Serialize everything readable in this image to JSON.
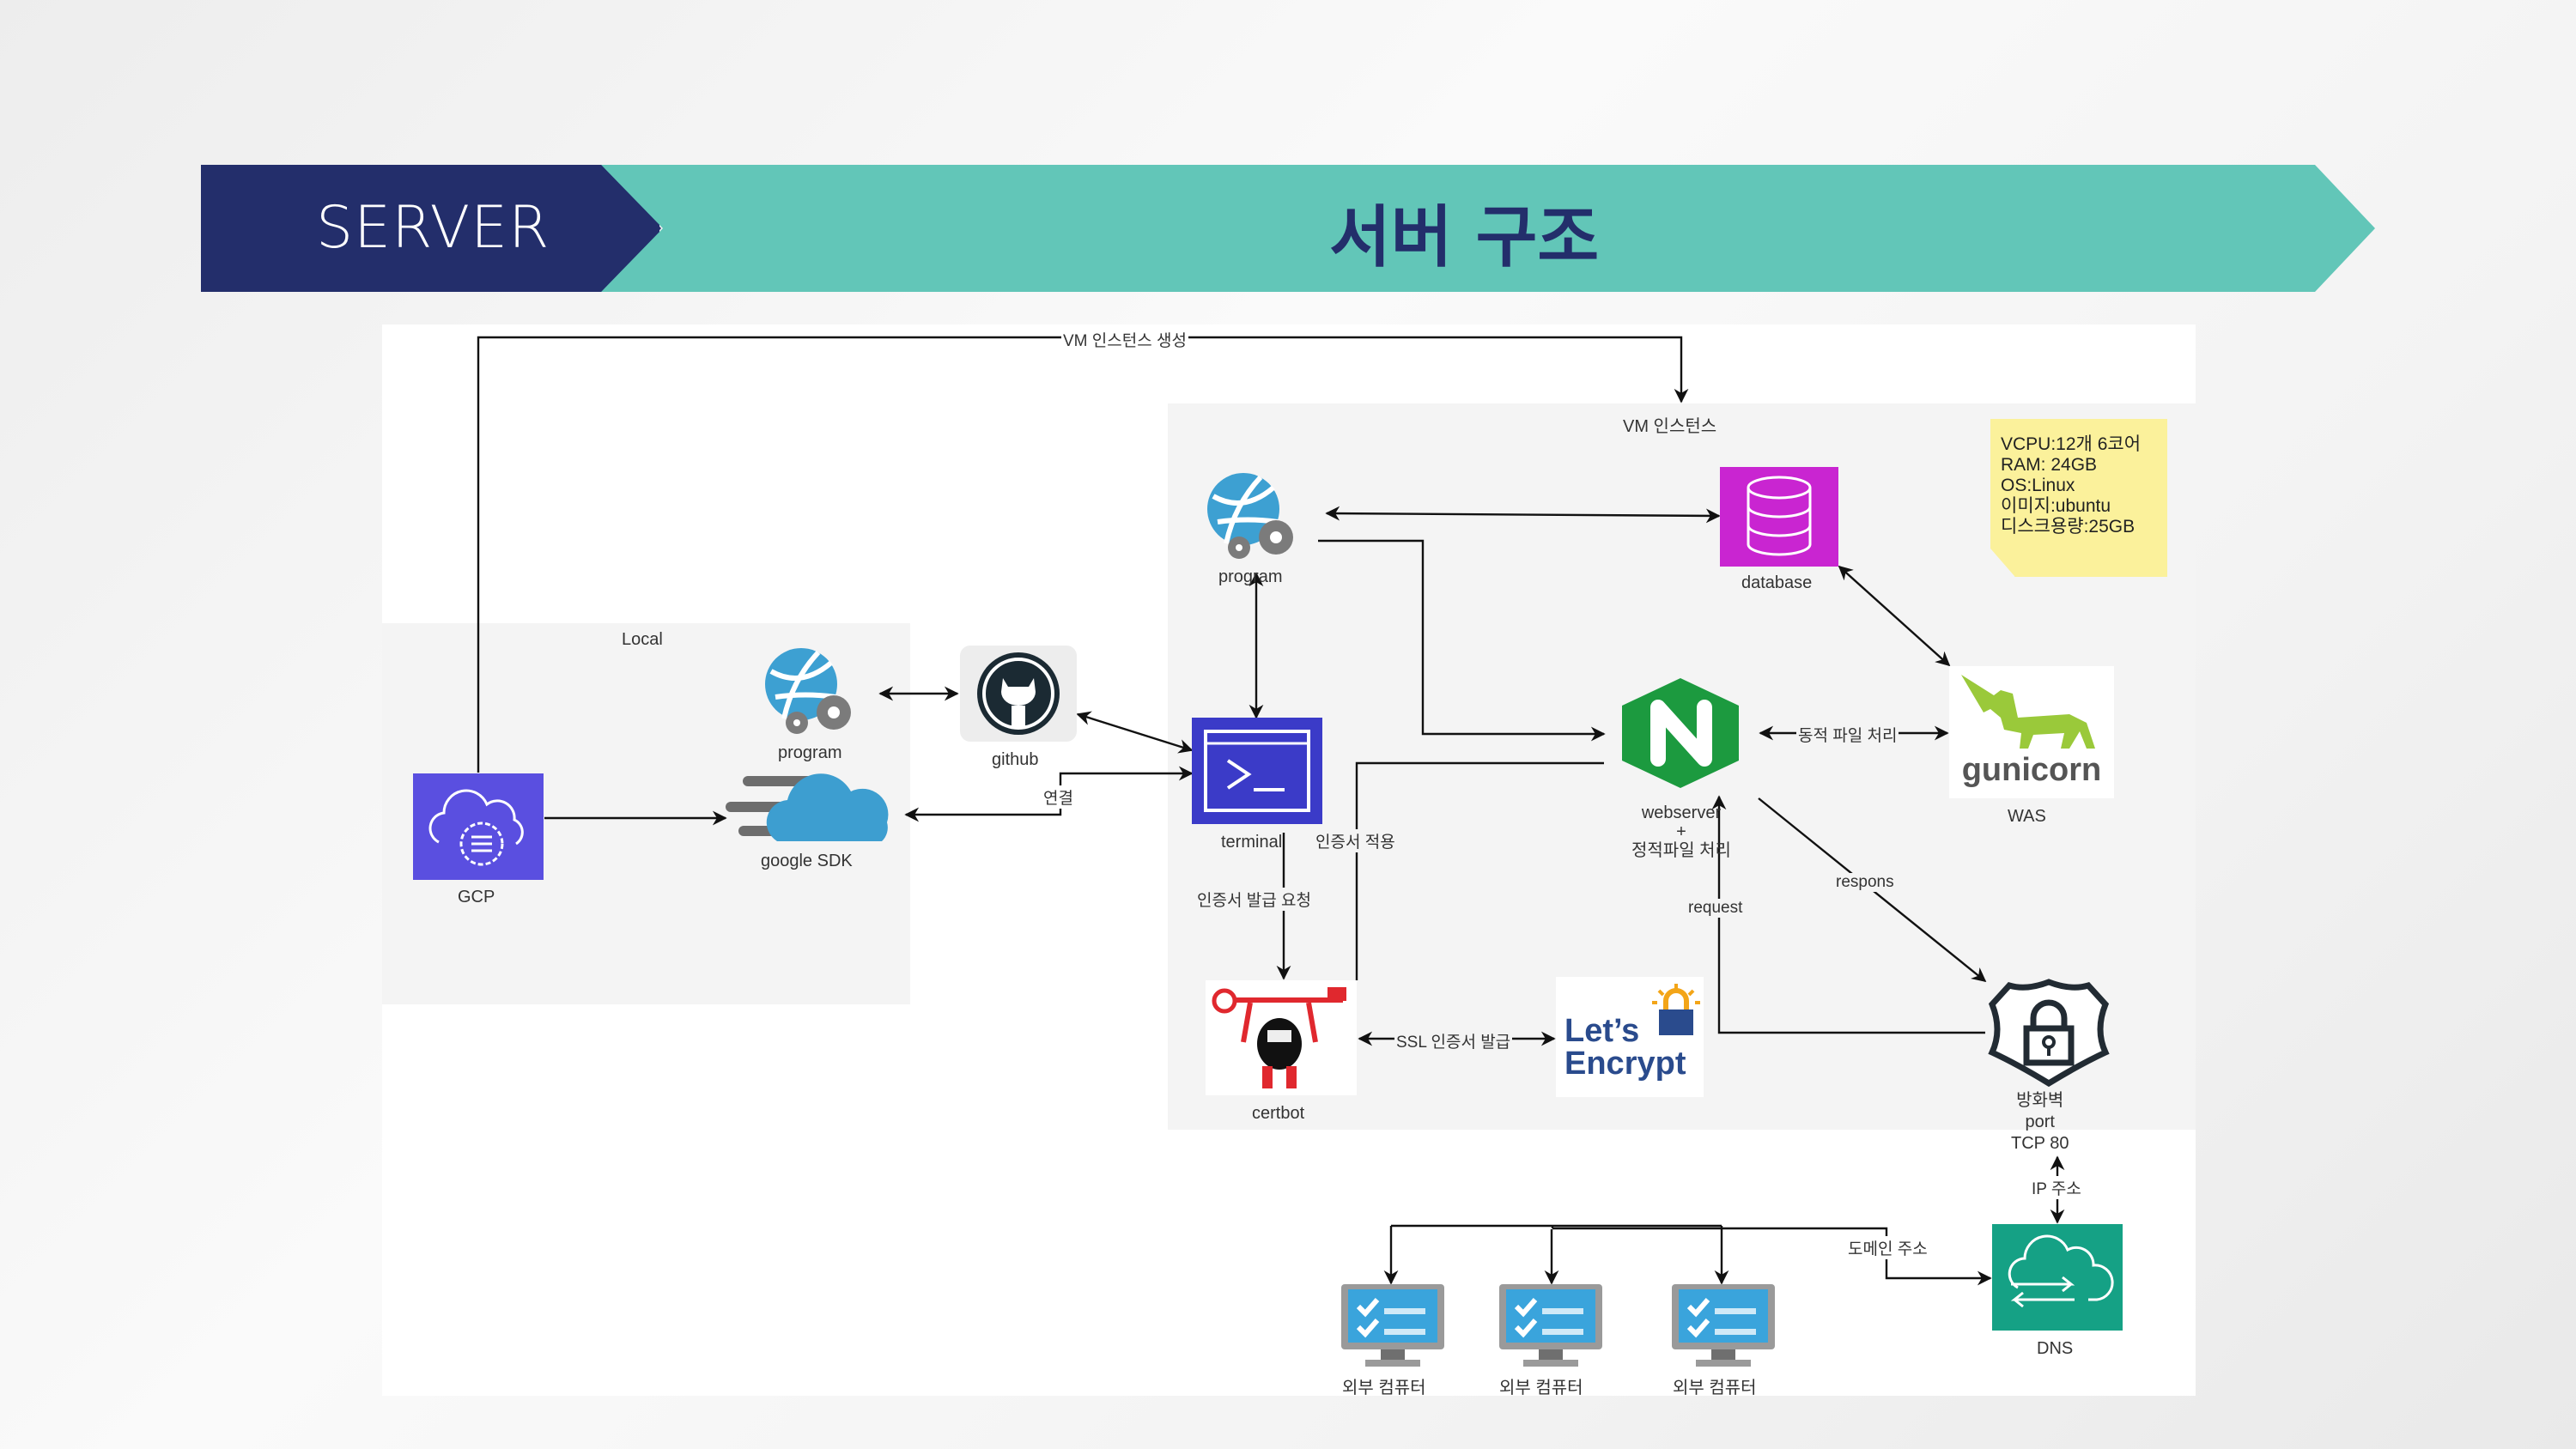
{
  "header": {
    "section_label": "SERVER",
    "title": "서버 구조",
    "colors": {
      "navy": "#232e6b",
      "teal": "#62c6b8"
    }
  },
  "regions": {
    "local": "Local",
    "vm": "VM 인스턴스"
  },
  "nodes": {
    "gcp": "GCP",
    "local_program": "program",
    "github": "github",
    "google_sdk": "google SDK",
    "terminal": "terminal",
    "vm_program": "program",
    "database": "database",
    "webserver_line1": "webserver",
    "webserver_line2": "+",
    "webserver_line3": "정적파일 처리",
    "gunicorn_logo": "gunicorn",
    "was": "WAS",
    "certbot": "certbot",
    "letsencrypt_line1": "Let’s",
    "letsencrypt_line2": "Encrypt",
    "firewall_line1": "방화벽",
    "firewall_line2": "port",
    "firewall_line3": "TCP 80",
    "dns": "DNS",
    "client1": "외부 컴퓨터",
    "client2": "외부 컴퓨터",
    "client3": "외부 컴퓨터"
  },
  "edges": {
    "vm_create": "VM 인스턴스 생성",
    "connect": "연결",
    "cert_apply": "인증서 적용",
    "cert_request": "인증서 발급 요청",
    "ssl_issue": "SSL 인증서 발급",
    "dynamic": "동적 파일 처리",
    "respons": "respons",
    "request": "request",
    "ip": "IP 주소",
    "domain": "도메인 주소"
  },
  "vm_spec_note": [
    "VCPU:12개 6코어",
    "RAM: 24GB",
    "OS:Linux",
    "이미지:ubuntu",
    "디스크용량:25GB"
  ],
  "icons": {
    "gcp": "cloud-gear-icon",
    "program": "globe-gears-icon",
    "github": "github-octocat-icon",
    "sdk": "cloud-speed-icon",
    "terminal": "terminal-icon",
    "database": "database-icon",
    "nginx": "nginx-icon",
    "gunicorn": "unicorn-icon",
    "certbot": "certbot-robot-icon",
    "letsencrypt": "padlock-icon",
    "firewall": "shield-lock-icon",
    "dns": "cloud-transfer-icon",
    "client": "monitor-checklist-icon"
  }
}
